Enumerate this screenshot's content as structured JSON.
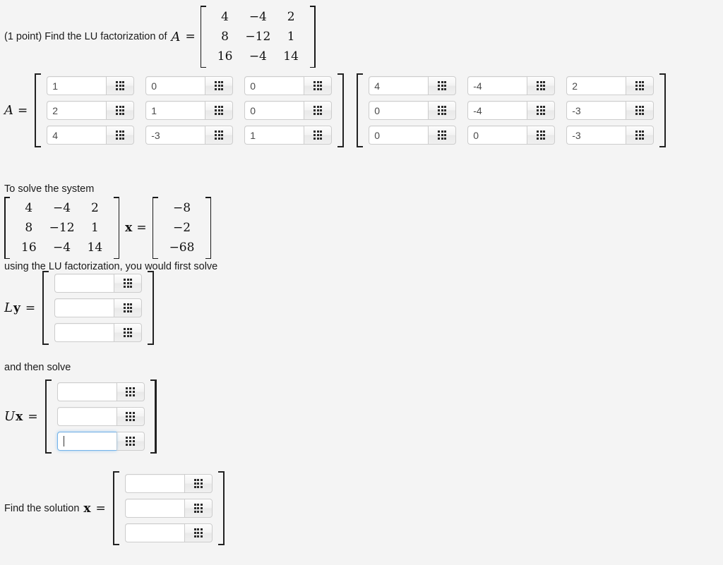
{
  "problem": {
    "prompt_prefix": "(1 point) Find the LU factorization of",
    "prompt_var": "A",
    "equals": "=",
    "matrix_A": [
      [
        "4",
        "−4",
        "2"
      ],
      [
        "8",
        "−12",
        "1"
      ],
      [
        "16",
        "−4",
        "14"
      ]
    ]
  },
  "factorization": {
    "label_A": "A",
    "equals": "=",
    "L": {
      "name": "L-matrix",
      "values": [
        [
          "1",
          "0",
          "0"
        ],
        [
          "2",
          "1",
          "0"
        ],
        [
          "4",
          "-3",
          "1"
        ]
      ]
    },
    "U": {
      "name": "U-matrix",
      "values": [
        [
          "4",
          "-4",
          "2"
        ],
        [
          "0",
          "-4",
          "-3"
        ],
        [
          "0",
          "0",
          "-3"
        ]
      ]
    },
    "keypad_icon": "grid-keypad-icon"
  },
  "system": {
    "intro_text": "To solve the system",
    "coefficient_matrix": [
      [
        "4",
        "−4",
        "2"
      ],
      [
        "8",
        "−12",
        "1"
      ],
      [
        "16",
        "−4",
        "14"
      ]
    ],
    "x_symbol": "x",
    "equals": "=",
    "rhs_vector": [
      "−8",
      "−2",
      "−68"
    ],
    "outro_text": "using the LU factorization, you would first solve"
  },
  "step_Ly": {
    "label_L": "L",
    "label_y": "y",
    "equals": "=",
    "values": [
      "",
      "",
      ""
    ],
    "placeholder": ""
  },
  "between_text": "and then solve",
  "step_Ux": {
    "label_U": "U",
    "label_x": "x",
    "equals": "=",
    "values": [
      "",
      "",
      ""
    ],
    "placeholder": "",
    "focused_index": 2
  },
  "solution": {
    "prefix_text": "Find the solution",
    "x_symbol": "x",
    "equals": "=",
    "values": [
      "",
      "",
      ""
    ],
    "placeholder": ""
  },
  "colors": {
    "background": "#f4f4f4",
    "field_border": "#cdcdcd",
    "focus_border": "#73b3ea",
    "text": "#1a1a1a",
    "field_text": "#4a4a4a"
  }
}
